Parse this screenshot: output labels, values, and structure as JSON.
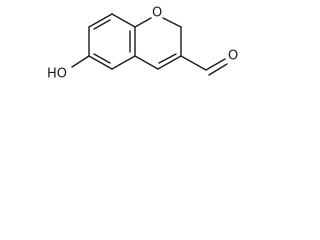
{
  "molecule": {
    "atoms": {
      "ring_oxygen": "O",
      "hydroxyl": "HO",
      "aldehyde_oxygen": "O"
    }
  }
}
